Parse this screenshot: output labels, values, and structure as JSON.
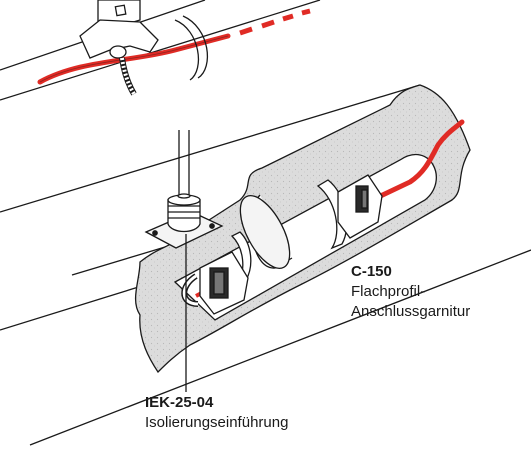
{
  "labels": {
    "c150": {
      "code": "C-150",
      "desc_line1": "Flachprofil-",
      "desc_line2": "Anschlussgarnitur"
    },
    "iek": {
      "code": "IEK-25-04",
      "desc_line1": "Isolierungseinführung"
    }
  },
  "colors": {
    "cable": "#e02b25",
    "line": "#1a1a1a",
    "insulation": "#dcdcdc"
  }
}
